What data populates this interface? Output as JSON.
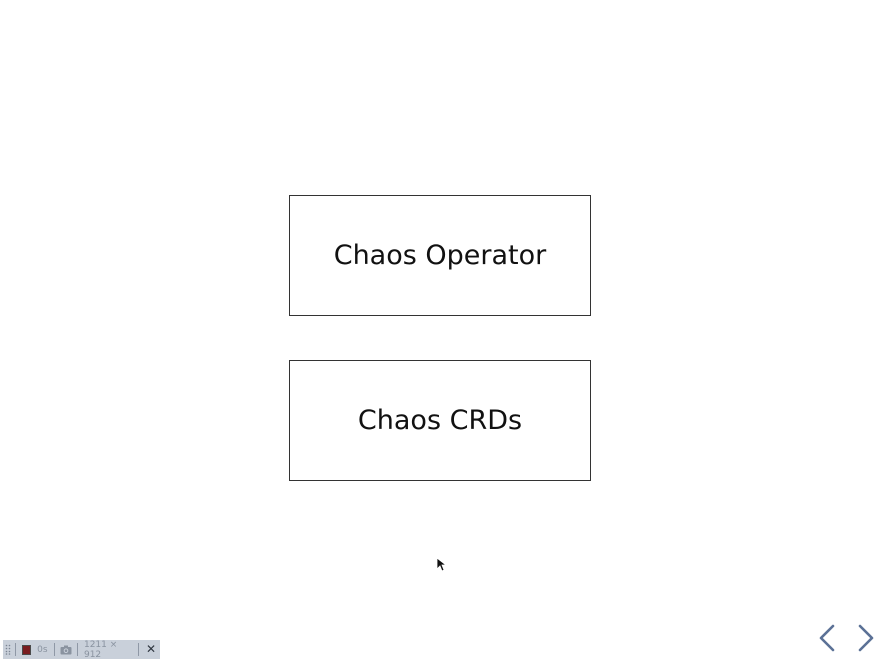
{
  "slide": {
    "boxes": [
      {
        "label": "Chaos Operator"
      },
      {
        "label": "Chaos CRDs"
      }
    ]
  },
  "toolbar": {
    "elapsed": "0s",
    "dimensions": "1211 × 912",
    "close_label": "✕"
  },
  "navigation": {
    "prev_icon": "chevron-left-icon",
    "next_icon": "chevron-right-icon"
  },
  "colors": {
    "nav_arrow": "#5b7196",
    "record_stop": "#7a1d20",
    "toolbar_bg": "#c9d0da"
  }
}
